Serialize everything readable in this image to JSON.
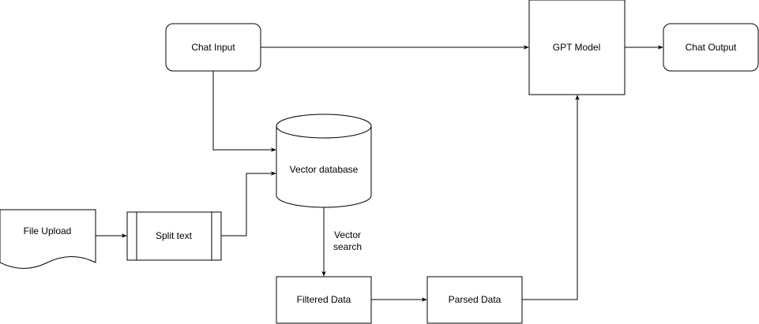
{
  "nodes": {
    "chat_input": "Chat Input",
    "gpt_model": "GPT Model",
    "chat_output": "Chat Output",
    "vector_database": "Vector database",
    "file_upload": "File Upload",
    "split_text": "Split text",
    "filtered_data": "Filtered Data",
    "parsed_data": "Parsed Data"
  },
  "edges": {
    "vector_search_line1": "Vector",
    "vector_search_line2": "search"
  },
  "colors": {
    "stroke": "#000000",
    "fill": "#ffffff",
    "background": "#ffffff"
  }
}
